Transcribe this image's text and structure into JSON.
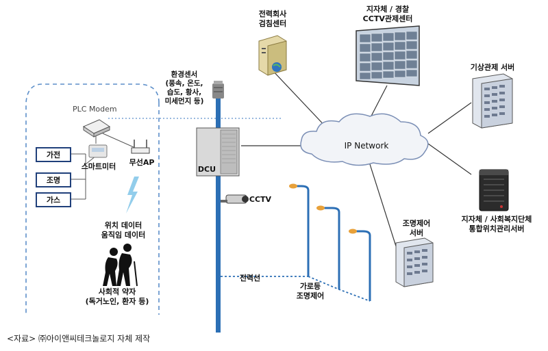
{
  "nodes": {
    "power_company": "전력회사\n검침센터",
    "cctv_center": "지자체 / 경찰\nCCTV관제센터",
    "weather_server": "기상관제 서버",
    "welfare_server": "지자체 / 사회복지단체\n통합위치관리서버",
    "lighting_server": "조명제어\n서버",
    "ip_network": "IP Network",
    "env_sensor": "환경센서\n(풍속, 온도,\n습도, 황사,\n미세먼지 등)",
    "dcu": "DCU",
    "cctv": "CCTV",
    "power_line": "전력선",
    "street_light": "가로등\n조명제어",
    "plc_modem": "PLC Modem",
    "wireless_ap": "무선AP",
    "smart_meter": "스마트미터",
    "appliance": "가전",
    "lighting": "조명",
    "gas": "가스",
    "location_data": "위치 데이터\n움직임 데이터",
    "vulnerable": "사회적 약자\n(독거노인, 환자 등)"
  },
  "caption": "<자료> ㈜아이앤씨테크놀로지 자체 제작",
  "colors": {
    "pole": "#2c6fb5",
    "box_border": "#1f3f7a",
    "dashed": "#5b8ec9",
    "lamp": "#e8a13a"
  }
}
